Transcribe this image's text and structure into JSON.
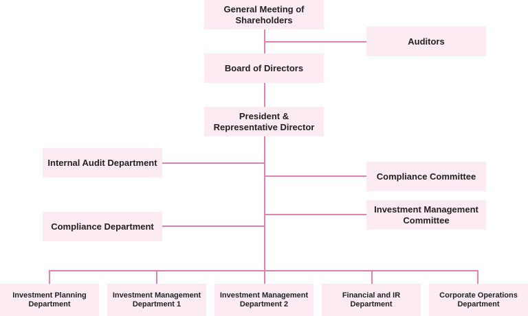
{
  "colors": {
    "box_fill": "#fcebf2",
    "connector": "#e47fb1",
    "text": "#222222"
  },
  "nodes": {
    "general_meeting": "General Meeting of Shareholders",
    "auditors": "Auditors",
    "board": "Board of Directors",
    "president": "President & Representative Director",
    "internal_audit": "Internal Audit Department",
    "compliance_committee": "Compliance Committee",
    "investment_mgmt_committee": "Investment Management Committee",
    "compliance_dept": "Compliance Department",
    "investment_planning": "Investment Planning Department",
    "investment_mgmt_1": "Investment Management Department 1",
    "investment_mgmt_2": "Investment Management Department 2",
    "financial_ir": "Financial and IR Department",
    "corporate_ops": "Corporate Operations Department"
  }
}
